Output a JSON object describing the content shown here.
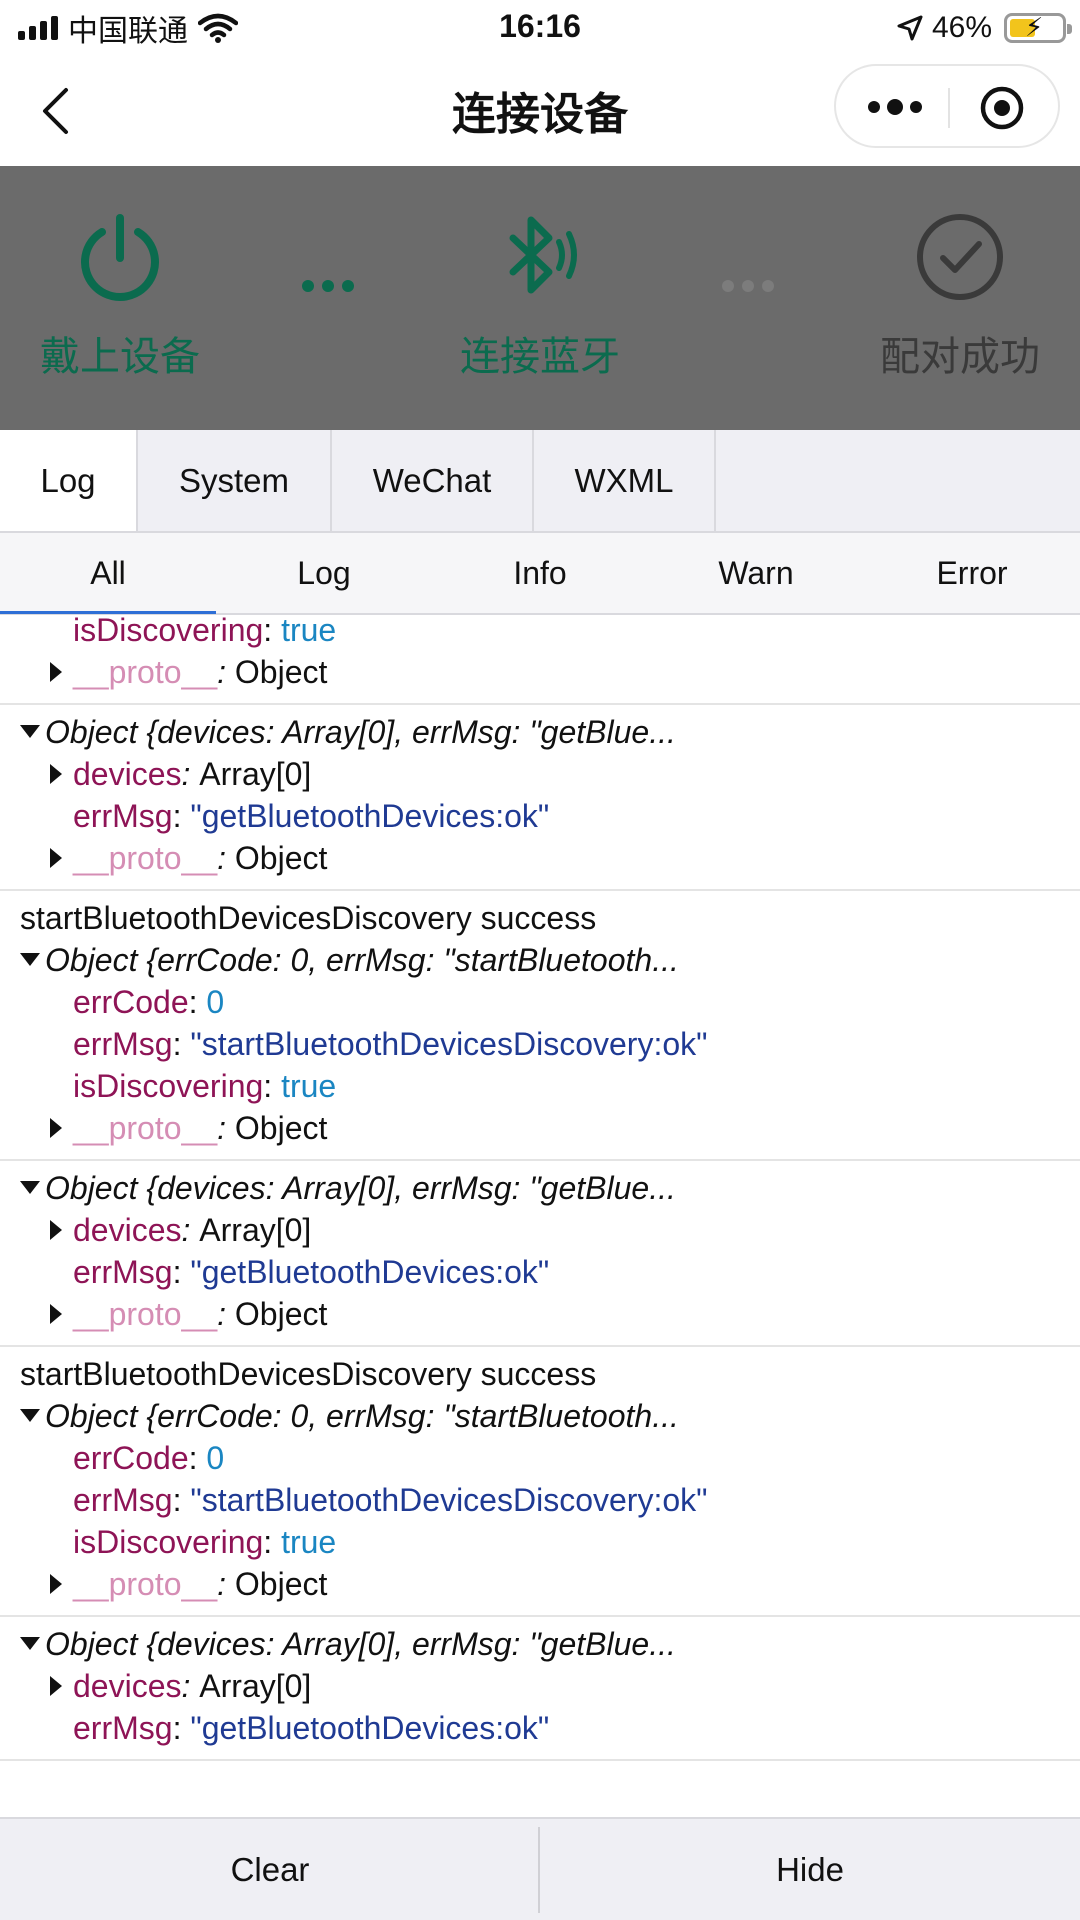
{
  "status_bar": {
    "carrier": "中国联通",
    "time": "16:16",
    "battery": "46%"
  },
  "nav": {
    "title": "连接设备"
  },
  "steps": [
    {
      "label": "戴上设备",
      "icon": "power-icon"
    },
    {
      "label": "连接蓝牙",
      "icon": "bluetooth-icon"
    },
    {
      "label": "配对成功",
      "icon": "check-circle-icon"
    }
  ],
  "colors": {
    "step_active": "#0b6b4e",
    "step_inactive": "#3a3a3a",
    "banner_bg": "#6b6b6b",
    "key": "#8e1456",
    "string": "#1f3a93",
    "number": "#1a86c2"
  },
  "panel_tabs": [
    "Log",
    "System",
    "WeChat",
    "WXML"
  ],
  "filter_tabs": [
    "All",
    "Log",
    "Info",
    "Warn",
    "Error"
  ],
  "log": {
    "partial": {
      "is_discovering_key": "isDiscovering",
      "is_discovering_val": "true",
      "proto_key": "__proto__",
      "proto_val": "Object"
    },
    "devices_summary": "Object {devices: Array[0], errMsg: \"getBlue...",
    "devices_key": "devices",
    "devices_val": "Array[0]",
    "errmsg_key": "errMsg",
    "get_devices_msg": "\"getBluetoothDevices:ok\"",
    "proto_key": "__proto__",
    "proto_val": "Object",
    "discovery_success": "startBluetoothDevicesDiscovery success",
    "discovery_summary": "Object {errCode: 0, errMsg: \"startBluetooth...",
    "errcode_key": "errCode",
    "errcode_val": "0",
    "start_discovery_msg": "\"startBluetoothDevicesDiscovery:ok\"",
    "is_discovering_key": "isDiscovering",
    "is_discovering_val": "true"
  },
  "bottom": {
    "clear": "Clear",
    "hide": "Hide"
  }
}
